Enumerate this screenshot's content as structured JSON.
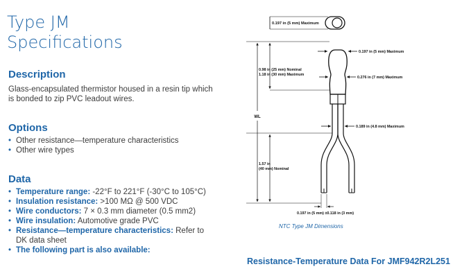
{
  "title": {
    "line1": "Type JM",
    "line2": "Specifications"
  },
  "description": {
    "heading": "Description",
    "text": "Glass-encapsulated thermistor housed in a resin tip which is bonded to zip PVC leadout wires."
  },
  "options": {
    "heading": "Options",
    "items": [
      "Other resistance—temperature characteristics",
      "Other wire types"
    ]
  },
  "data": {
    "heading": "Data",
    "items": [
      {
        "label": "Temperature range:",
        "value": " -22°F to 221°F (-30°C to 105°C)"
      },
      {
        "label": "Insulation resistance:",
        "value": " >100 MΩ @ 500 VDC"
      },
      {
        "label": "Wire conductors:",
        "value": " 7 × 0.3 mm diameter (0.5 mm2)"
      },
      {
        "label": "Wire insulation:",
        "value": " Automotive grade PVC"
      },
      {
        "label": "Resistance—temperature characteristics:",
        "value": " Refer to DK data sheet"
      },
      {
        "label": "The following part is also available:",
        "value": ""
      }
    ]
  },
  "diagram": {
    "dim_top": "0.197 in (5 mm) Maximum",
    "dim_head": "0.197 in (5 mm) Maximum",
    "dim_len_nominal": "0.98 in (25 mm) Nominal",
    "dim_len_max": "1.18 in (30 mm) Maximum",
    "dim_body": "0.276 in (7 mm) Maximum",
    "wl": "WL",
    "dim_wire": "0.189 in (4.8 mm) Maximum",
    "dim_split_1": "1.57 in",
    "dim_split_2": "(40 mm) Nominal",
    "dim_bottom": "0.197 in (5 mm) ±0.118 in (3 mm)",
    "caption": "NTC Type JM Dimensions"
  },
  "rt_heading": "Resistance-Temperature Data For JMF942R2L251"
}
